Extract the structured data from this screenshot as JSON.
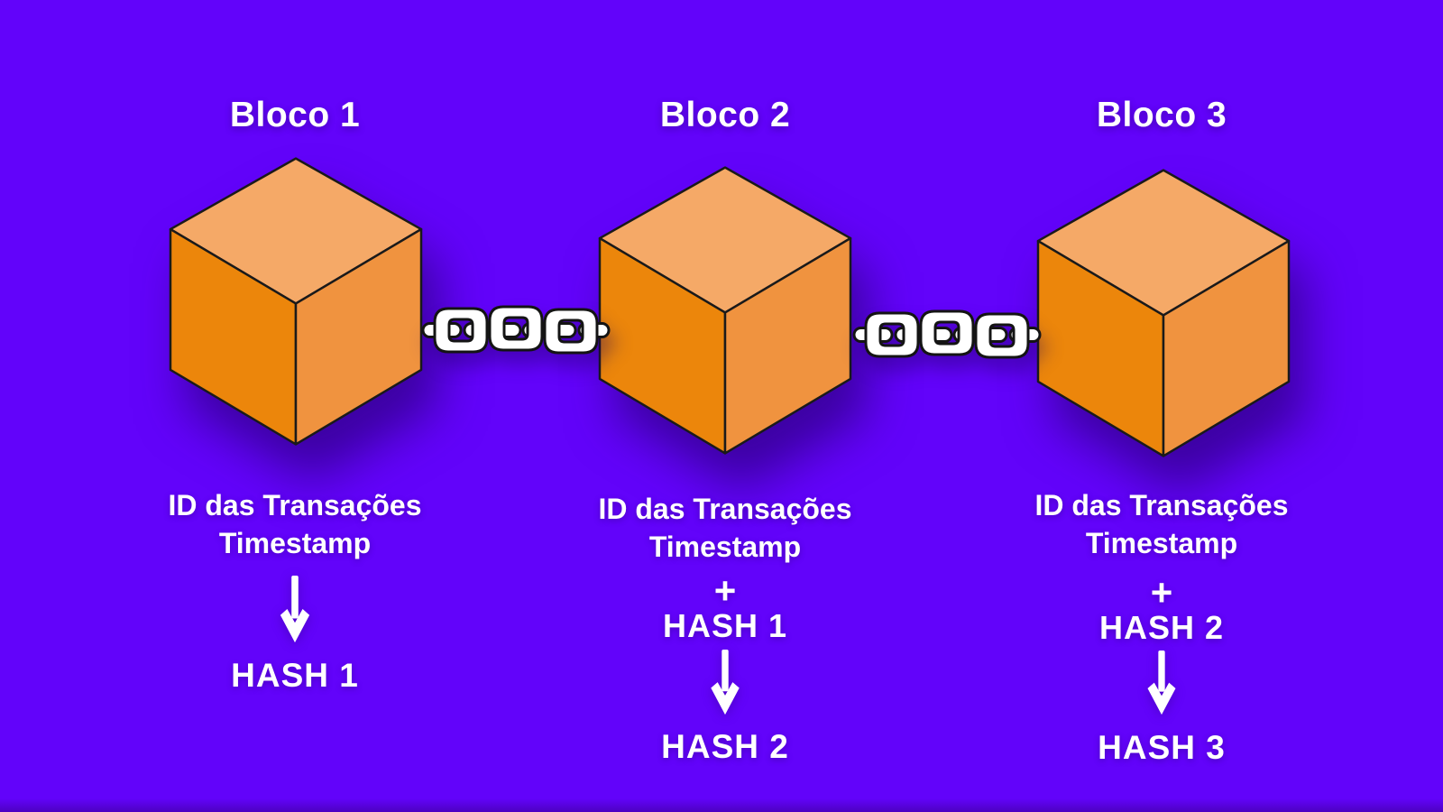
{
  "diagram": {
    "topic": "blockchain-blocks-linked-by-chains",
    "language": "pt-BR"
  },
  "palette": {
    "background": "#6203FA",
    "cube_top": "#F5A967",
    "cube_left": "#EC860B",
    "cube_right": "#F0933F",
    "cube_outline": "#1a1a1a",
    "chain_fill": "#FFFFFF",
    "chain_outline": "#141414",
    "text": "#FFFFFF",
    "shadow": "rgba(30,0,90,0.55)"
  },
  "blocks": [
    {
      "title": "Bloco 1",
      "input_line1": "ID das Transações",
      "input_line2": "Timestamp",
      "output_hash": "HASH 1"
    },
    {
      "title": "Bloco 2",
      "input_line1": "ID das Transações",
      "input_line2": "Timestamp",
      "plus": "+",
      "prev_hash": "HASH 1",
      "output_hash": "HASH 2"
    },
    {
      "title": "Bloco 3",
      "input_line1": "ID das Transações",
      "input_line2": "Timestamp",
      "plus": "+",
      "prev_hash": "HASH 2",
      "output_hash": "HASH 3"
    }
  ]
}
